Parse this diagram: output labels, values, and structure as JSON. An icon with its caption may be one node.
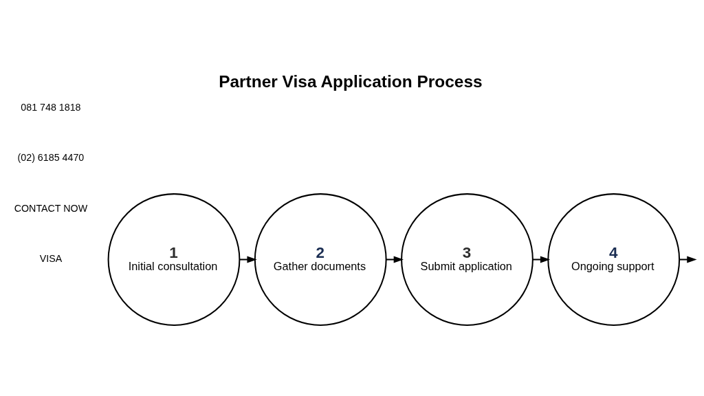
{
  "diagram": {
    "title": "Partner Visa Application Process",
    "nodes": [
      {
        "text": [
          "1",
          "Initial consultation"
        ]
      },
      {
        "text": [
          "2",
          "Gather documents"
        ]
      },
      {
        "text": [
          "3",
          "Submit application"
        ]
      },
      {
        "text": [
          "4",
          "Ongoing support"
        ]
      }
    ],
    "edges": [
      {
        "from": 0,
        "to": 1,
        "arrow": "to"
      },
      {
        "from": 1,
        "to": 2,
        "arrow": "to"
      },
      {
        "from": 2,
        "to": 3,
        "arrow": "to"
      },
      {
        "from": 3,
        "to": null,
        "arrow": "to"
      }
    ],
    "labels": [
      "VISA",
      "CONTACT NOW",
      "(02) 6185 4470",
      "081 748 1818"
    ]
  }
}
